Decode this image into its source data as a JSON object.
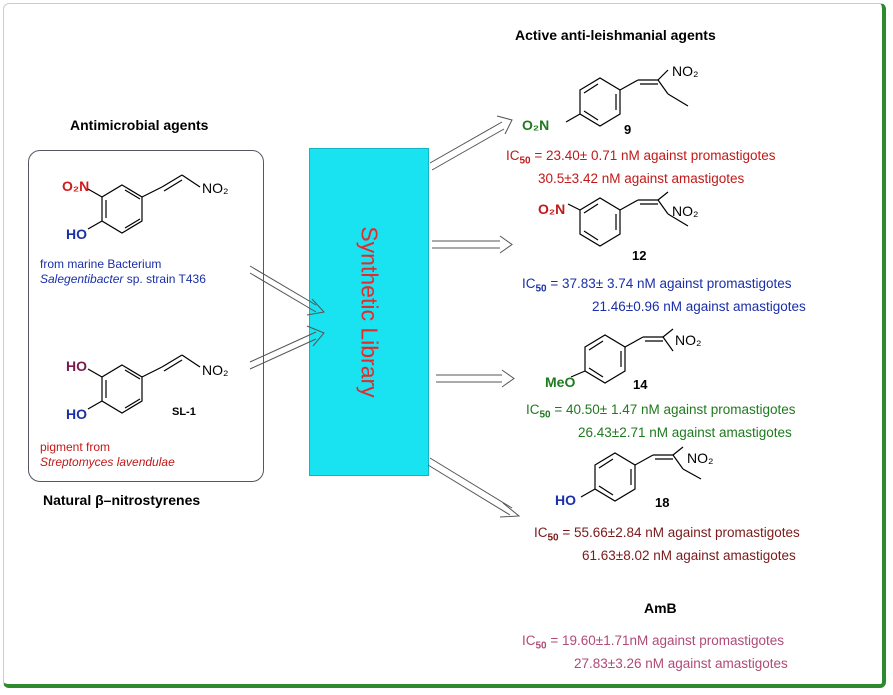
{
  "headers": {
    "antimicrobial": "Antimicrobial agents",
    "active": "Active anti-leishmanial agents",
    "natural": "Natural β–nitrostyrenes",
    "library": "Synthetic Library",
    "amb": "AmB"
  },
  "natural_compounds": [
    {
      "substituent_top": "O₂N",
      "substituent_bottom": "HO",
      "no2": "NO₂",
      "source_line1": "from marine Bacterium",
      "source_line2_italic": "Salegentibacter",
      "source_line2_rest": " sp. strain T436",
      "colors": {
        "top": "#d11a1a",
        "bottom": "#1a2fa8",
        "source": "#1a2fa8"
      }
    },
    {
      "substituent_top": "HO",
      "substituent_bottom": "HO",
      "no2": "NO₂",
      "label": "SL-1",
      "source_line1": "pigment from",
      "source_line2_italic": "Streptomyces lavendulae",
      "colors": {
        "top": "#7a1a4a",
        "bottom": "#1a2fa8",
        "source": "#c21818"
      }
    }
  ],
  "active_compounds": [
    {
      "number": "9",
      "substituent": "O₂N",
      "no2": "NO₂",
      "ic_label": "IC",
      "ic_sub": "50",
      "line1": " = 23.40± 0.71 nM against promastigotes",
      "line2": "30.5±3.42 nM against amastigotes",
      "colors": {
        "substituent": "#1f7a1f",
        "ic": "#c21818"
      }
    },
    {
      "number": "12",
      "substituent": "O₂N",
      "no2": "NO₂",
      "ic_label": "IC",
      "ic_sub": "50",
      "line1": " = 37.83± 3.74 nM against promastigotes",
      "line2": "21.46±0.96 nM against amastigotes",
      "colors": {
        "substituent": "#c21818",
        "ic": "#1a2fa8"
      }
    },
    {
      "number": "14",
      "substituent": "MeO",
      "no2": "NO₂",
      "ic_label": "IC",
      "ic_sub": "50",
      "line1": " = 40.50± 1.47 nM against promastigotes",
      "line2": "26.43±2.71 nM against amastigotes",
      "colors": {
        "substituent": "#1f7a1f",
        "ic": "#1f7a1f"
      }
    },
    {
      "number": "18",
      "substituent": "HO",
      "no2": "NO₂",
      "ic_label": "IC",
      "ic_sub": "50",
      "line1": " = 55.66±2.84 nM against promastigotes",
      "line2": "61.63±8.02 nM against amastigotes",
      "colors": {
        "substituent": "#1a2fa8",
        "ic": "#7a1a1a"
      }
    }
  ],
  "amb": {
    "ic_label": "IC",
    "ic_sub": "50",
    "line1": " = 19.60±1.71nM against promastigotes",
    "line2": "27.83±3.26 nM against amastigotes",
    "color": "#b04a78"
  }
}
